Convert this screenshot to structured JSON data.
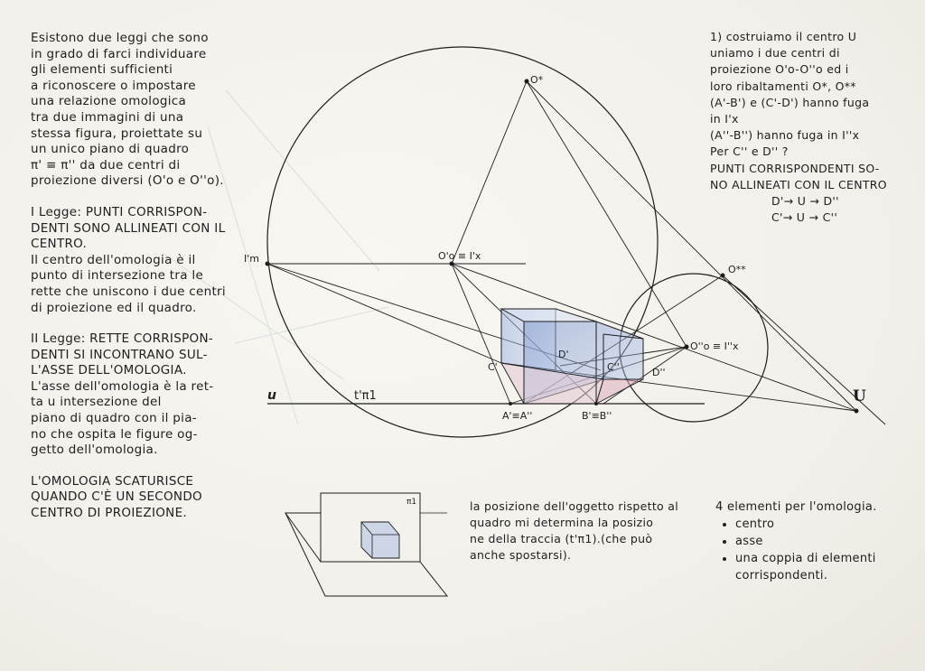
{
  "left_text": {
    "intro": [
      "Esistono due leggi che sono",
      "in grado di farci individuare",
      "gli elementi sufficienti",
      "a riconoscere o impostare",
      "una relazione omologica",
      "tra due immagini di una",
      "stessa figura, proiettate su",
      "un unico piano di quadro",
      "π' ≡ π'' da due centri di",
      "proiezione diversi (O'o e O''o)."
    ],
    "law1": [
      "I Legge: PUNTI CORRISPON-",
      "DENTI SONO ALLINEATI CON IL",
      "CENTRO.",
      "Il centro dell'omologia è il",
      "punto di intersezione tra le",
      "rette che uniscono i due centri",
      "di proiezione ed il quadro."
    ],
    "law2": [
      "II Legge: RETTE CORRISPON-",
      "DENTI SI INCONTRANO SUL-",
      "L'ASSE DELL'OMOLOGIA.",
      "L'asse dell'omologia è la ret-",
      "ta u intersezione del",
      "piano di quadro con il pia-",
      "no che ospita le figure og-",
      "getto dell'omologia."
    ],
    "closing": [
      "L'OMOLOGIA SCATURISCE",
      "QUANDO C'È UN SECONDO",
      "CENTRO DI PROIEZIONE."
    ]
  },
  "top_right_text": [
    "1) costruiamo il centro U",
    "uniamo i due centri di",
    "proiezione O'o-O''o ed i",
    "loro ribaltamenti O*, O**",
    "(A'-B') e (C'-D') hanno fuga",
    "in I'x",
    "(A''-B'') hanno fuga in I''x",
    "Per C'' e D'' ?",
    "PUNTI CORRISPONDENTI SO-",
    "NO ALLINEATI CON IL CENTRO",
    "D'→ U → D''",
    "C'→ U → C''"
  ],
  "bottom_mid_text": [
    "la posizione dell'oggetto rispetto al",
    "quadro mi determina la posizio",
    "ne della traccia (t'π1).(che può",
    "anche spostarsi)."
  ],
  "bottom_right_text": {
    "heading": "4 elementi per l'omologia.",
    "items": [
      "centro",
      "asse",
      "una coppia di elementi corrispondenti."
    ]
  },
  "diagram_labels": {
    "o_star": "O*",
    "o_star2": "O**",
    "im": "I'm",
    "o1_ix": "O'o ≡ I'x",
    "o2_ix": "O''o ≡ I''x",
    "u_axis": "u",
    "trace": "t'π1",
    "a": "A'≡A''",
    "b": "B'≡B''",
    "c1": "C'",
    "d1": "D'",
    "c2": "C''",
    "d2": "D''",
    "u_center": "U",
    "pi1": "π1"
  },
  "colors": {
    "ink": "#1d1d1d",
    "cube_blue": "#8fa6d6",
    "cube_pink": "#d9a7b8",
    "paper": "#f5f3ee"
  }
}
